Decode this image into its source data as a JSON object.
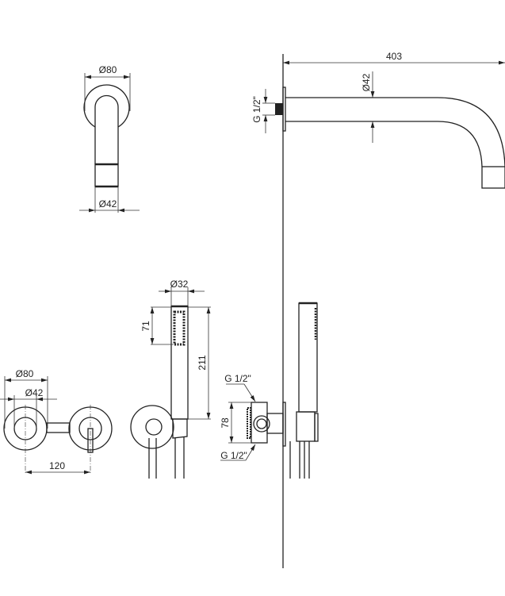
{
  "spout_front": {
    "dia_outer": "Ø80",
    "dia_inner": "Ø42"
  },
  "spout_side": {
    "length": "403",
    "dia": "Ø42",
    "thread": "G 1/2\""
  },
  "mixer_front": {
    "dia_outer": "Ø80",
    "dia_inner": "Ø42",
    "spacing": "120"
  },
  "hand_shower": {
    "dia": "Ø32",
    "head_length": "71",
    "total_length": "211"
  },
  "valve_side": {
    "height": "78",
    "thread_top": "G 1/2\"",
    "thread_bottom": "G 1/2\""
  }
}
